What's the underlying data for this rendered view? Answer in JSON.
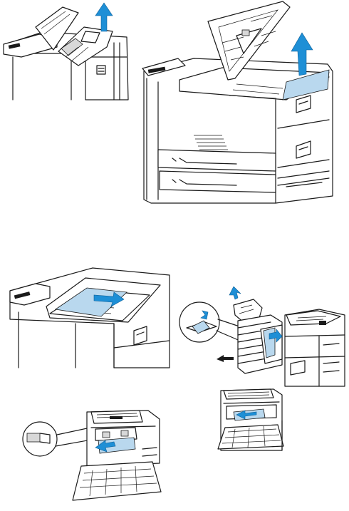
{
  "figures": [
    {
      "id": "toner-removal",
      "description_icon": "printer-toner-icon"
    },
    {
      "id": "top-cover-jam",
      "description_icon": "printer-top-cover-icon"
    },
    {
      "id": "output-bin-jam",
      "description_icon": "printer-output-bin-icon"
    },
    {
      "id": "stapler-jam",
      "description_icon": "stapler-stacker-icon"
    },
    {
      "id": "duplex-jam",
      "description_icon": "printer-duplex-door-icon"
    },
    {
      "id": "rear-door-jam",
      "description_icon": "printer-rear-door-icon"
    }
  ],
  "colors": {
    "paper": "#b9d8ee",
    "arrow": "#1e8fd6",
    "line": "#1a1a1a"
  }
}
